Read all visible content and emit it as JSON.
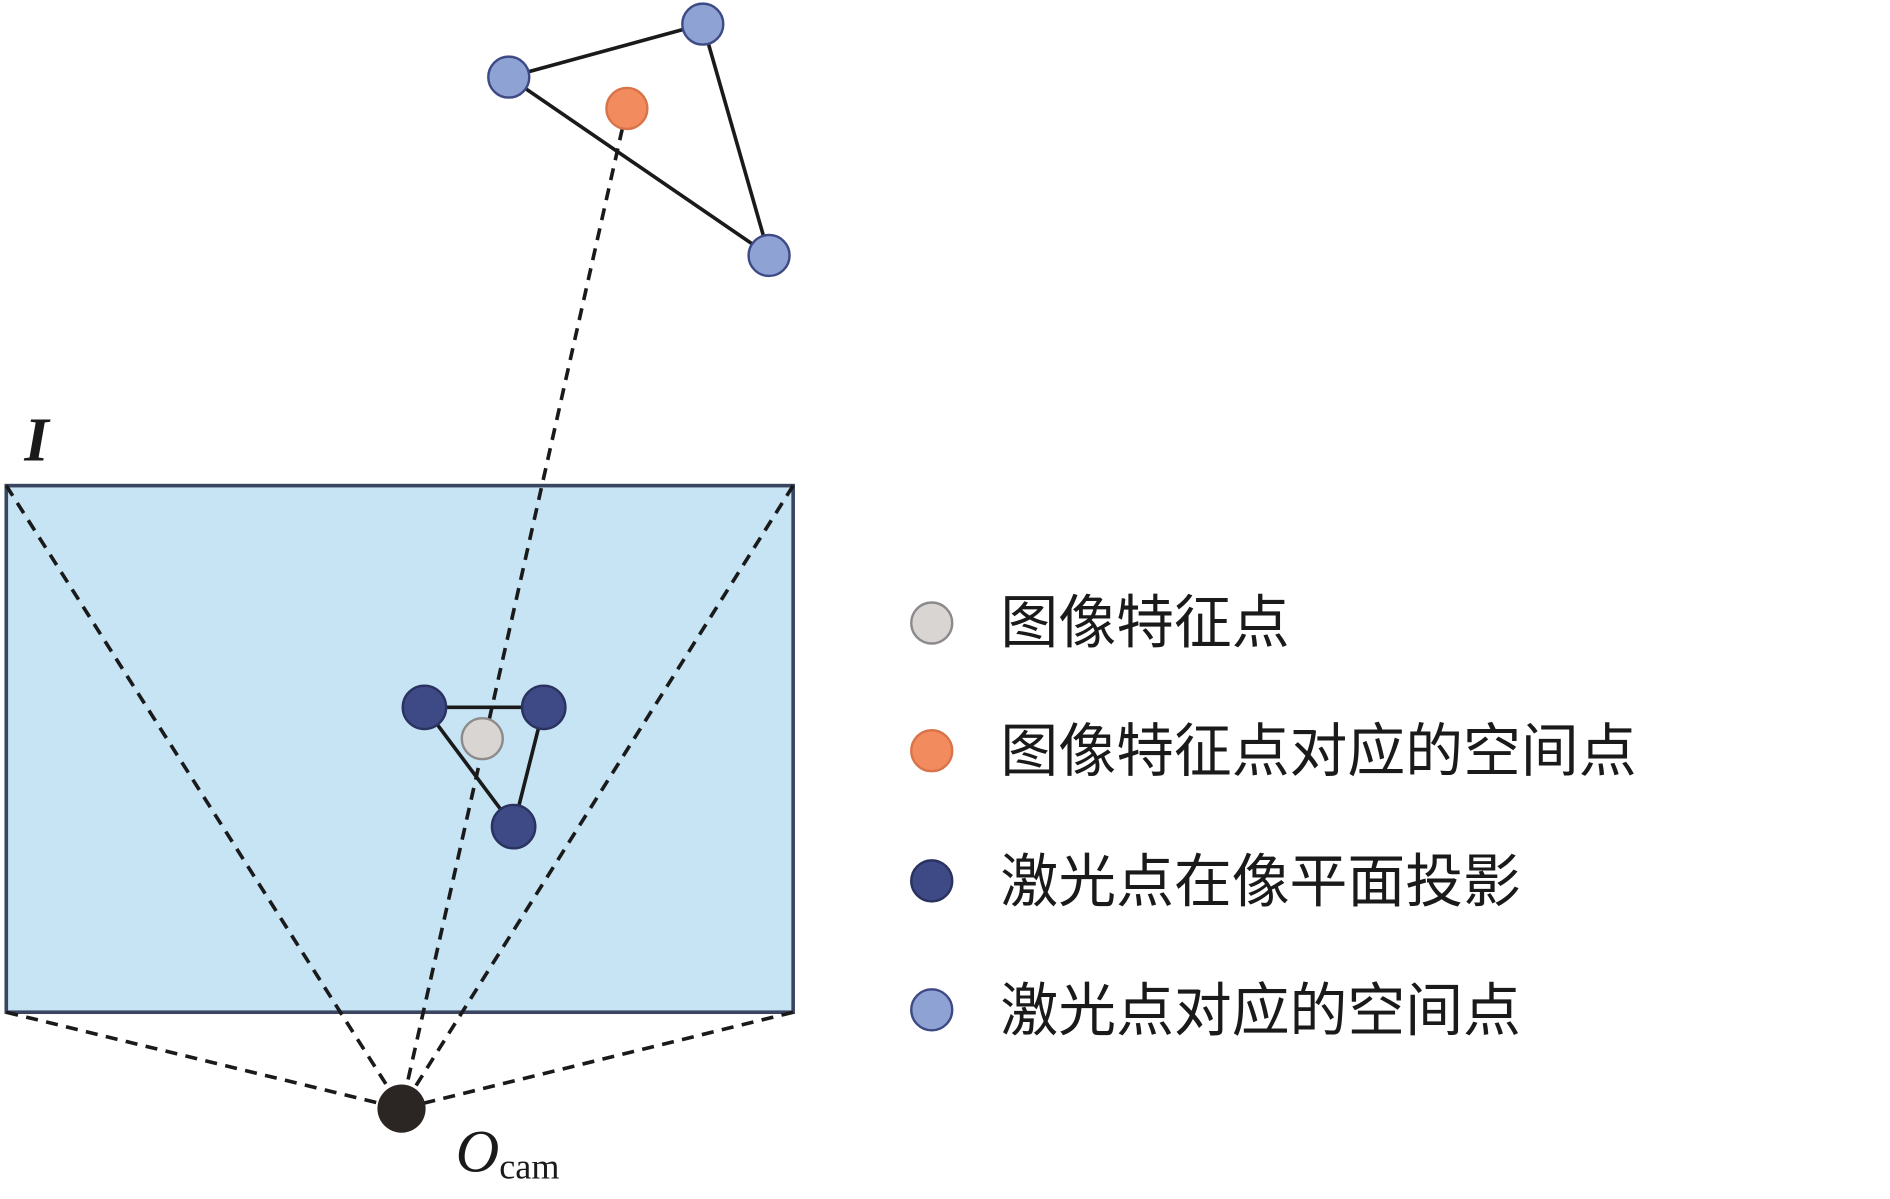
{
  "labels": {
    "image_plane": "I",
    "camera_main": "O",
    "camera_sub": "cam"
  },
  "legend": [
    {
      "label": "图像特征点",
      "color": "#d9d5d3"
    },
    {
      "label": "图像特征点对应的空间点",
      "color": "#f28b5e"
    },
    {
      "label": "激光点在像平面投影",
      "color": "#3e4a86"
    },
    {
      "label": "激光点对应的空间点",
      "color": "#8fa2d4"
    }
  ],
  "colors": {
    "plane_fill": "#c6e4f4",
    "plane_stroke": "#3a4560",
    "camera": "#2b2624"
  }
}
